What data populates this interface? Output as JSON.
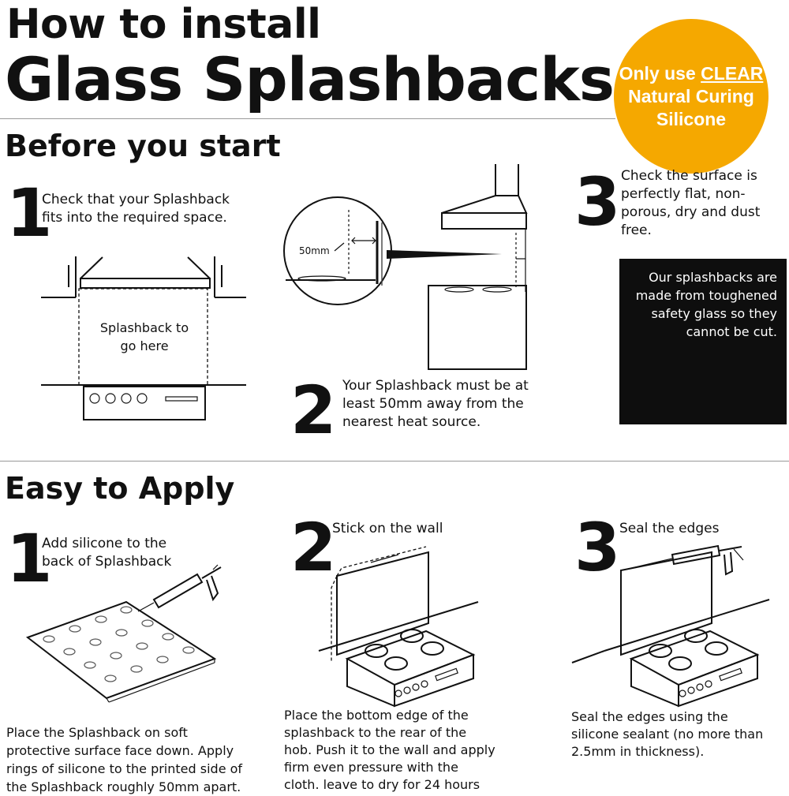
{
  "header": {
    "title_line1": "How to install",
    "title_line2": "Glass Splashbacks"
  },
  "badge": {
    "line1_prefix": "Only use ",
    "line1_emphasis": "CLEAR",
    "line2": "Natural Curing",
    "line3": "Silicone",
    "color": "#f5a800"
  },
  "before": {
    "heading": "Before you start",
    "step1": {
      "number": "1",
      "text": "Check that your Splashback fits into the required space.",
      "diagram_label_1": "Splashback to",
      "diagram_label_2": "go here"
    },
    "step2": {
      "number": "2",
      "text": "Your Splashback must be at least 50mm away from the nearest heat source.",
      "measure": "50mm"
    },
    "step3": {
      "number": "3",
      "text": "Check the surface is perfectly flat, non-porous, dry and dust free."
    },
    "warning": {
      "text": "Our splashbacks are made from toughened safety glass so they cannot be cut.",
      "cross_color": "#d0302a"
    }
  },
  "apply": {
    "heading": "Easy to Apply",
    "step1": {
      "number": "1",
      "title": "Add silicone to the back of Splashback",
      "caption": "Place the Splashback on soft protective surface face down. Apply rings of silicone to the printed side of the Splashback roughly 50mm apart."
    },
    "step2": {
      "number": "2",
      "title": "Stick on the wall",
      "caption": "Place the bottom edge of the splashback to the rear of the hob. Push it to the wall and apply firm even pressure with the cloth. leave to dry for 24 hours"
    },
    "step3": {
      "number": "3",
      "title": "Seal the edges",
      "caption": "Seal the edges using the silicone sealant (no more than 2.5mm in thickness)."
    }
  }
}
